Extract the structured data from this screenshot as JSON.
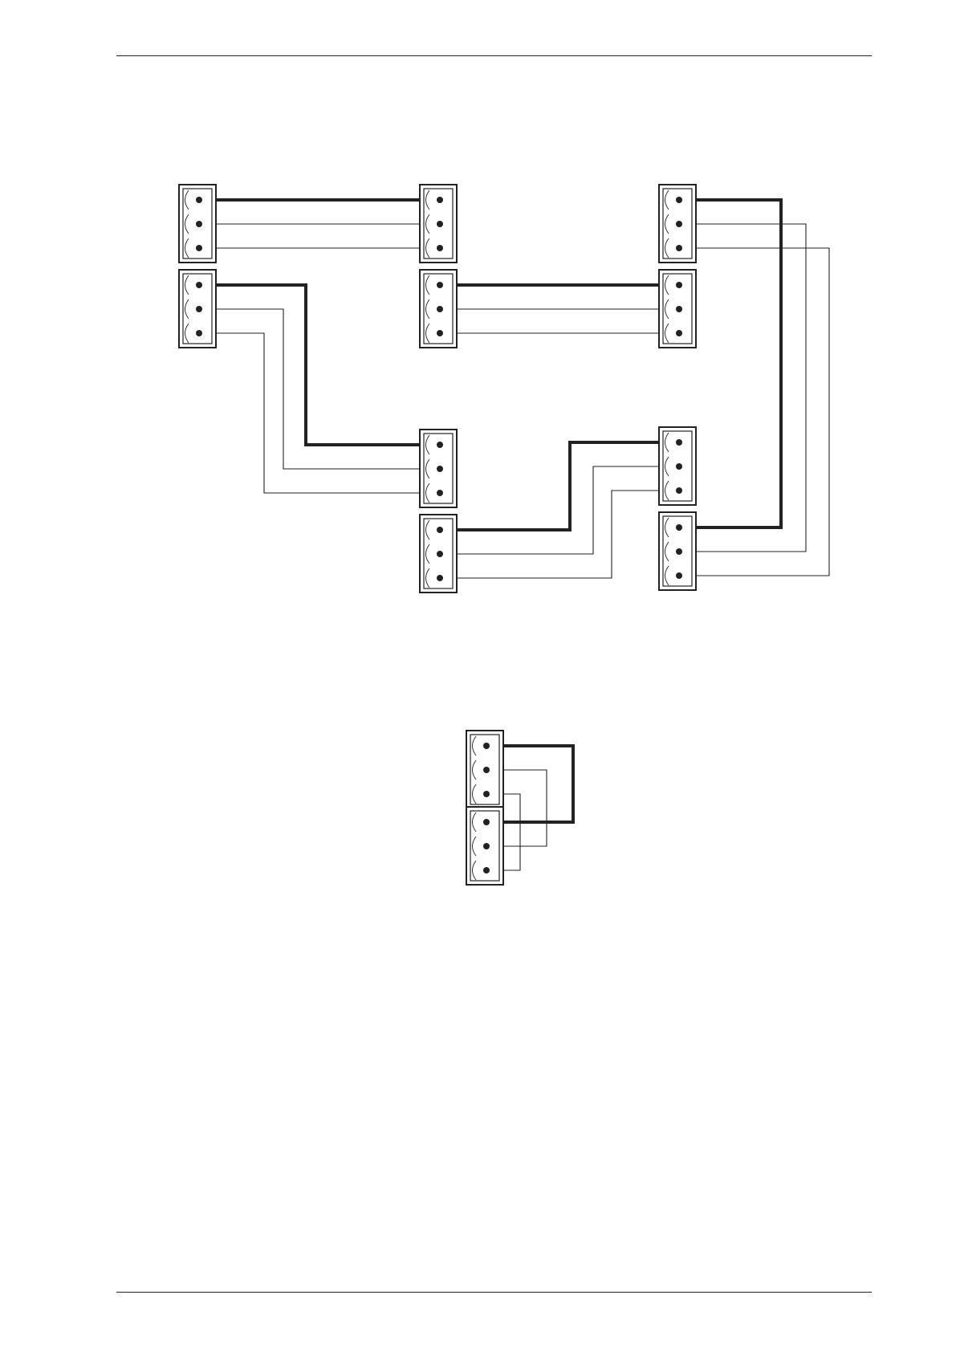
{
  "colors": {
    "ink": "#222222",
    "background": "#ffffff"
  },
  "wiring": {
    "heavy_wire": "pin1",
    "light_wires": [
      "pin2",
      "pin3"
    ]
  }
}
